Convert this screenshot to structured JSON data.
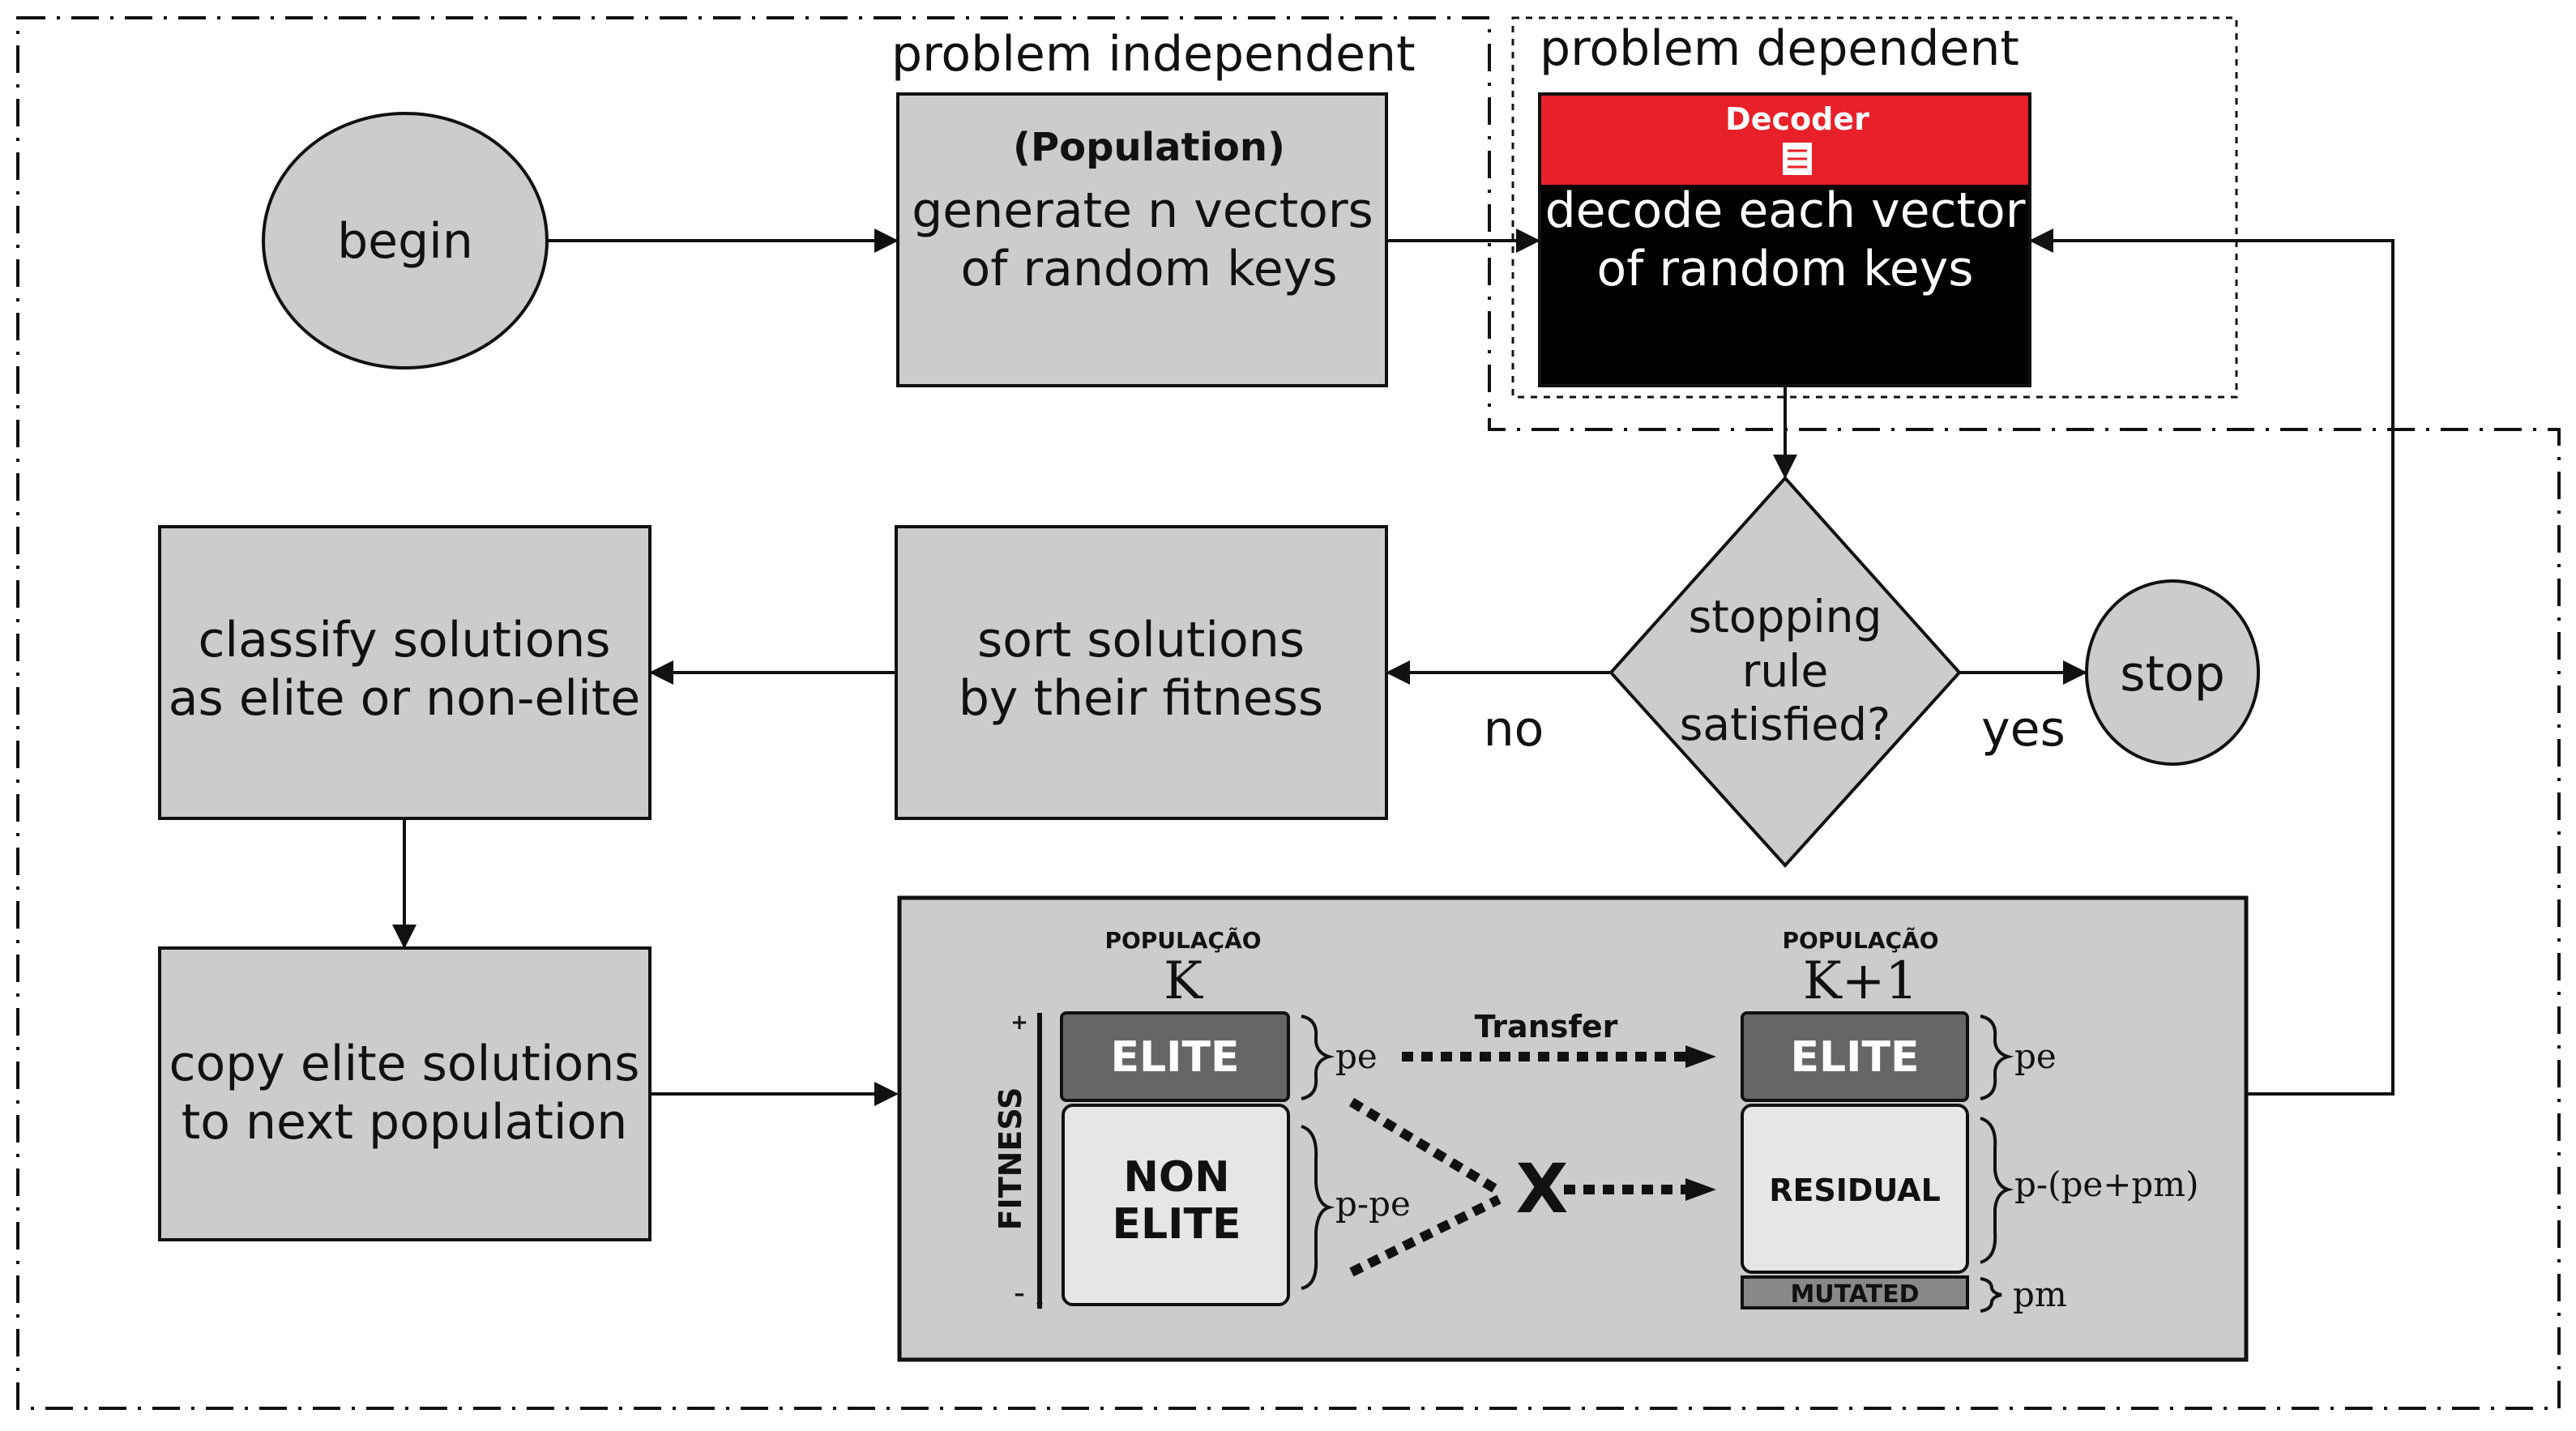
{
  "regions": {
    "problem_independent": "problem independent",
    "problem_dependent": "problem dependent"
  },
  "nodes": {
    "begin": "begin",
    "generate": {
      "header": "(Population)",
      "line1": "generate n vectors",
      "line2": "of random keys"
    },
    "decoder": {
      "banner": "Decoder",
      "line1": "decode each vector",
      "line2": "of random keys",
      "banner_color": "#e8202a",
      "body_color": "#000000"
    },
    "stopping": {
      "line1": "stopping",
      "line2": "rule",
      "line3": "satisfied?"
    },
    "stop": "stop",
    "sort": {
      "line1": "sort solutions",
      "line2": "by their fitness"
    },
    "classify": {
      "line1": "classify solutions",
      "line2": "as elite or non-elite"
    },
    "copy": {
      "line1": "copy elite solutions",
      "line2": "to next population"
    }
  },
  "edges": {
    "no": "no",
    "yes": "yes"
  },
  "evolution": {
    "left_header": "POPULAÇÃO",
    "left_gen": "K",
    "right_header": "POPULAÇÃO",
    "right_gen": "K+1",
    "fitness": "FITNESS",
    "plus": "+",
    "minus": "–",
    "elite": "ELITE",
    "non1": "NON",
    "non2": "ELITE",
    "transfer": "Transfer",
    "cross": "X",
    "residual": "RESIDUAL",
    "mutated": "MUTATED",
    "p_e_left": "pe",
    "p_minus_pe": "p-pe",
    "p_e_right": "pe",
    "p_residual": "p-(pe+pm)",
    "p_m": "pm"
  },
  "colors": {
    "box_fill": "#cccccc",
    "elite_fill": "#666666",
    "nonelite_fill": "#e6e6e6"
  }
}
